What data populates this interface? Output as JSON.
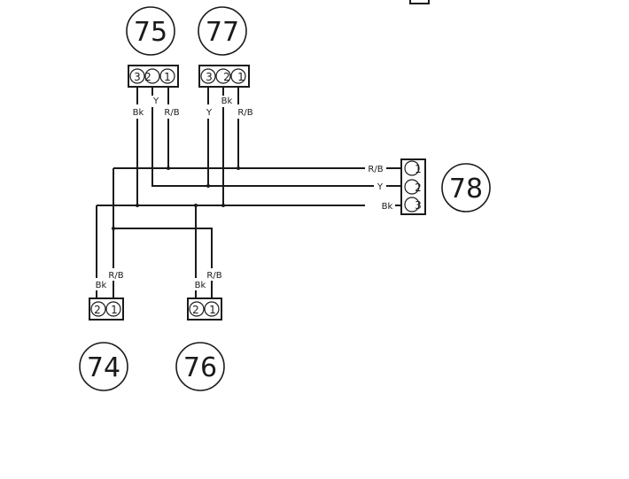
{
  "callouts": {
    "c75": "75",
    "c77": "77",
    "c78": "78",
    "c74": "74",
    "c76": "76"
  },
  "connector_75": {
    "pins": [
      "3",
      "2",
      "1"
    ],
    "wires": [
      "Bk",
      "Y",
      "R/B"
    ]
  },
  "connector_77": {
    "pins": [
      "3",
      "2",
      "1"
    ],
    "wires": [
      "Y",
      "Bk",
      "R/B"
    ]
  },
  "connector_78": {
    "pins": [
      "1",
      "2",
      "3"
    ],
    "wires": [
      "R/B",
      "Y",
      "Bk"
    ]
  },
  "connector_74": {
    "pins": [
      "2",
      "1"
    ],
    "wires": [
      "Bk",
      "R/B"
    ]
  },
  "connector_76": {
    "pins": [
      "2",
      "1"
    ],
    "wires": [
      "Bk",
      "R/B"
    ]
  },
  "colors": {
    "line": "#1a1a1a",
    "background": "#ffffff"
  }
}
